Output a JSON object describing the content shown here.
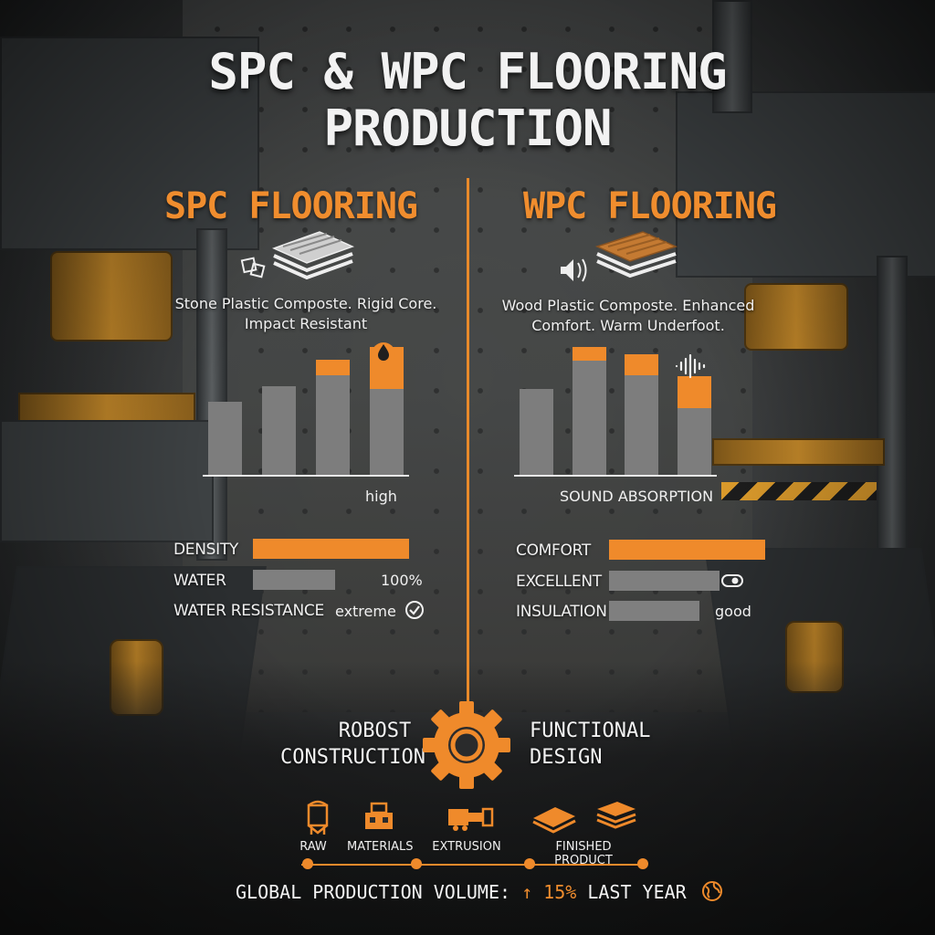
{
  "title": {
    "line1": "SPC & WPC FLOORING",
    "line2": "PRODUCTION"
  },
  "colors": {
    "accent": "#ef8a2b",
    "bar_gray": "#7d7d7d",
    "text": "#f0f0f0"
  },
  "spc": {
    "title": "SPC FLOORING",
    "icon": "layered-stone-plank-icon",
    "description_line1": "Stone Plastic Composte. Rigid Core.",
    "description_line2": "Impact Resistant",
    "chart_note": "high",
    "chart_icon": "water-drop-icon",
    "bars": [
      {
        "gray": 0.57,
        "orange": 0
      },
      {
        "gray": 0.69,
        "orange": 0
      },
      {
        "gray": 0.78,
        "orange": 0.12
      },
      {
        "gray": 0.67,
        "orange": 0.33
      }
    ],
    "metrics": [
      {
        "label": "DENSITY",
        "level": 0.95,
        "color": "orange",
        "value": ""
      },
      {
        "label": "WATER",
        "level": 0.5,
        "color": "gray",
        "value": "100%"
      },
      {
        "label": "WATER RESISTANCE",
        "level": 0,
        "color": "none",
        "value": "extreme"
      }
    ]
  },
  "wpc": {
    "title": "WPC FLOORING",
    "icon": "layered-wood-plank-icon",
    "description_line1": "Wood Plastic Composte. Enhanced",
    "description_line2": "Comfort. Warm Underfoot.",
    "chart_note": "SOUND ABSORPTION",
    "chart_icon": "sound-wave-icon",
    "bars": [
      {
        "gray": 0.67,
        "orange": 0
      },
      {
        "gray": 0.89,
        "orange": 0.11
      },
      {
        "gray": 0.78,
        "orange": 0.16
      },
      {
        "gray": 0.52,
        "orange": 0.25
      }
    ],
    "metrics": [
      {
        "label": "COMFORT",
        "level": 0.95,
        "color": "orange",
        "value": ""
      },
      {
        "label": "EXCELLENT",
        "level": 0.67,
        "color": "gray",
        "value": ""
      },
      {
        "label": "INSULATION",
        "level": 0.55,
        "color": "gray",
        "value": "good"
      }
    ]
  },
  "features": {
    "left_line1": "ROBOST",
    "left_line2": "CONSTRUCTION",
    "right_line1": "FUNCTIONAL",
    "right_line2": "DESIGN"
  },
  "process": [
    {
      "label": "RAW",
      "icon": "silo-icon"
    },
    {
      "label": "MATERIALS",
      "icon": "machine-icon"
    },
    {
      "label": "EXTRUSION",
      "icon": "extruder-icon"
    },
    {
      "label": "FINISHED PRODUCT",
      "icon": "stacked-planks-icon"
    }
  ],
  "footer": {
    "text": "GLOBAL PRODUCTION VOLUME:",
    "arrow": "↑",
    "percent": "15%",
    "period": "LAST YEAR",
    "icon": "globe-icon"
  }
}
